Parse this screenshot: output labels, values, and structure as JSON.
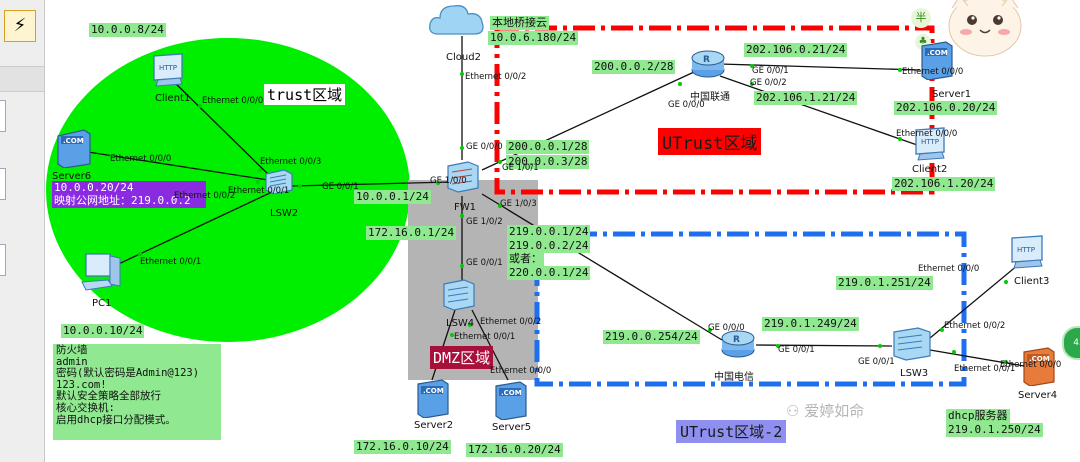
{
  "zones": {
    "trust": "trust区域",
    "untrust": "UTrust区域",
    "untrust2": "UTrust区域-2",
    "dmz": "DMZ区域"
  },
  "devices": {
    "cloud2": "Cloud2",
    "client1": "Client1",
    "server6": "Server6",
    "lsw2": "LSW2",
    "pc1": "PC1",
    "fw1": "FW1",
    "lsw4": "LSW4",
    "server2": "Server2",
    "server5": "Server5",
    "unicom": "中国联通",
    "server1": "Server1",
    "client2": "Client2",
    "telecom": "中国电信",
    "lsw3": "LSW3",
    "client3": "Client3",
    "server4": "Server4"
  },
  "labels": {
    "net_10_0_0_8": "10.0.0.8/24",
    "bridge_cloud": "本地桥接云",
    "bridge_ip": "10.0.6.180/24",
    "net_200_0_0_2": "200.0.0.2/28",
    "net_202_106_0_21": "202.106.0.21/24",
    "net_202_106_1_21": "202.106.1.21/24",
    "net_202_106_0_20": "202.106.0.20/24",
    "net_200_0_0_1": "200.0.0.1/28",
    "net_200_0_0_3": "200.0.0.3/28",
    "net_202_106_1_20": "202.106.1.20/24",
    "server6_ip": "10.0.0.20/24",
    "server6_map": "映射公网地址：219.0.0.2",
    "net_10_0_0_1": "10.0.0.1/24",
    "net_172_16_0_1": "172.16.0.1/24",
    "net_219_0_0_1": "219.0.0.1/24",
    "net_219_0_0_2": "219.0.0.2/24",
    "or_text": "或者：",
    "net_220_0_0_1": "220.0.0.1/24",
    "net_219_0_1_251": "219.0.1.251/24",
    "net_219_0_1_249": "219.0.1.249/24",
    "net_219_0_0_254": "219.0.0.254/24",
    "net_10_0_0_10": "10.0.0.10/24",
    "net_172_16_0_10": "172.16.0.10/24",
    "net_172_16_0_20": "172.16.0.20/24",
    "net_219_0_1_250": "219.0.1.250/24",
    "dhcp_server": "dhcp服务器",
    "watermark": "爱婷如命"
  },
  "ports": {
    "client1_e000": "Ethernet 0/0/0",
    "cloud_e002": "Ethernet 0/0/2",
    "s6_e000": "Ethernet 0/0/0",
    "lsw2_e003": "Ethernet 0/0/3",
    "lsw2_e002": "Ethernet 0/0/2",
    "lsw2_e001": "Ethernet 0/0/1",
    "lsw2_ge001": "GE 0/0/1",
    "pc1_e001": "Ethernet 0/0/1",
    "fw_ge000": "GE 0/0/0",
    "fw_ge101": "GE 1/0/1",
    "fw_ge100": "GE 1/0/0",
    "fw_ge102": "GE 1/0/2",
    "fw_ge103": "GE 1/0/3",
    "lsw4_ge001": "GE 0/0/1",
    "lsw4_e002": "Ethernet 0/0/2",
    "lsw4_e001": "Ethernet 0/0/1",
    "lsw4_e000": "Ethernet 0/0/0",
    "uni_ge000": "GE 0/0/0",
    "uni_ge001": "GE 0/0/1",
    "uni_ge002": "GE 0/0/2",
    "s1_e000": "Ethernet 0/0/0",
    "c2_e000": "Ethernet 0/0/0",
    "tel_ge000": "GE 0/0/0",
    "tel_ge001": "GE 0/0/1",
    "lsw3_ge001": "GE 0/0/1",
    "lsw3_e002": "Ethernet 0/0/2",
    "lsw3_e001": "Ethernet 0/0/1",
    "c3_e000": "Ethernet 0/0/0",
    "s4_e000": "Ethernet 0/0/0"
  },
  "notes": [
    "防火墙",
    "admin",
    "密码(默认密码是Admin@123)",
    "123.com!",
    "默认安全策略全部放行",
    "核心交换机:",
    "启用dhcp接口分配模式。"
  ],
  "colors": {
    "trust_zone": "#00ee00",
    "dmz_zone": "#b4b4b4",
    "untrust_border": "#ff0000",
    "untrust2_border": "#1e6ef0",
    "label_bg": "#90e890"
  }
}
